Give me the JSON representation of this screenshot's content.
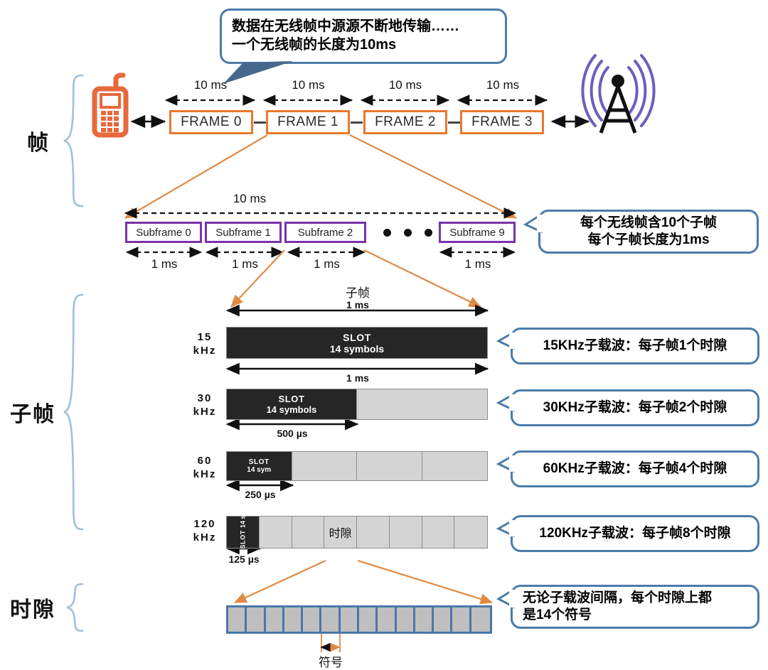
{
  "hierarchy": [
    {
      "label": "帧"
    },
    {
      "label": "子帧"
    },
    {
      "label": "时隙"
    }
  ],
  "callouts": {
    "top": {
      "line1": "数据在无线帧中源源不断地传输……",
      "line2": "一个无线帧的长度为10ms"
    },
    "subframe": {
      "line1": "每个无线帧含10个子帧",
      "line2": "每个子帧长度为1ms"
    },
    "scs": [
      {
        "text": "15KHz子载波：每子帧1个时隙"
      },
      {
        "text": "30KHz子载波：每子帧2个时隙"
      },
      {
        "text": "60KHz子载波：每子帧4个时隙"
      },
      {
        "text": "120KHz子载波：每子帧8个时隙"
      }
    ],
    "symbol": {
      "line1": "无论子载波间隔，每个时隙上都",
      "line2": "是14个符号"
    }
  },
  "frame_row": {
    "durations": [
      "10 ms",
      "10 ms",
      "10 ms",
      "10 ms"
    ],
    "frames": [
      "FRAME 0",
      "FRAME 1",
      "FRAME 2",
      "FRAME 3"
    ]
  },
  "subframe_row": {
    "total_duration": "10 ms",
    "boxes": [
      "Subframe 0",
      "Subframe 1",
      "Subframe 2",
      "Subframe 9"
    ],
    "durations": [
      "1 ms",
      "1 ms",
      "1 ms",
      "1 ms"
    ]
  },
  "subframe_header": {
    "title": "子帧",
    "duration": "1 ms"
  },
  "slot_rows": [
    {
      "scs": "15",
      "unit": "kHz",
      "cells": 1,
      "slot_title": "SLOT",
      "slot_sub": "14 symbols",
      "measure": "1 ms"
    },
    {
      "scs": "30",
      "unit": "kHz",
      "cells": 2,
      "slot_title": "SLOT",
      "slot_sub": "14 symbols",
      "measure": "500 µs"
    },
    {
      "scs": "60",
      "unit": "kHz",
      "cells": 4,
      "slot_title": "SLOT",
      "slot_sub": "14 sym",
      "measure": "250 µs"
    },
    {
      "scs": "120",
      "unit": "kHz",
      "cells": 8,
      "slot_title": "SLOT",
      "slot_sub": "14 s",
      "measure": "125 µs",
      "highlight_index": 3,
      "highlight_label": "时隙"
    }
  ],
  "symbol_strip": {
    "count": 14,
    "label": "符号"
  },
  "colors": {
    "frame_border": "#e8792b",
    "subframe_border": "#7a33a8",
    "callout_border": "#4a7ca8",
    "slot_dark": "#262626",
    "slot_light": "#d4d4d4",
    "symbol_border": "#4a77a8",
    "connector": "#e08a43",
    "phone": "#e8683c",
    "wave": "#6b5fbf"
  }
}
